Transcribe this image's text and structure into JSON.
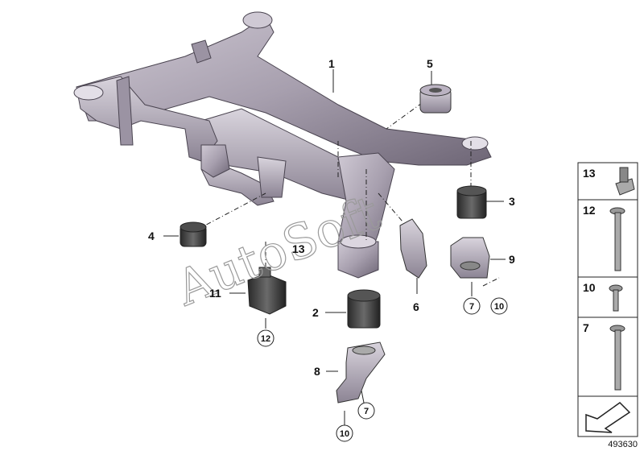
{
  "callouts": {
    "c1": "1",
    "c2": "2",
    "c3": "3",
    "c4": "4",
    "c5": "5",
    "c6": "6",
    "c8": "8",
    "c9": "9",
    "c11": "11",
    "c13": "13"
  },
  "circled": {
    "r7a": "7",
    "r10a": "10",
    "r12": "12",
    "r7b": "7",
    "r10b": "10"
  },
  "sidebar": {
    "items": [
      {
        "label": "13"
      },
      {
        "label": "12"
      },
      {
        "label": "10"
      },
      {
        "label": "7"
      }
    ]
  },
  "watermark": "AutoSoft",
  "doc_number": "493630"
}
